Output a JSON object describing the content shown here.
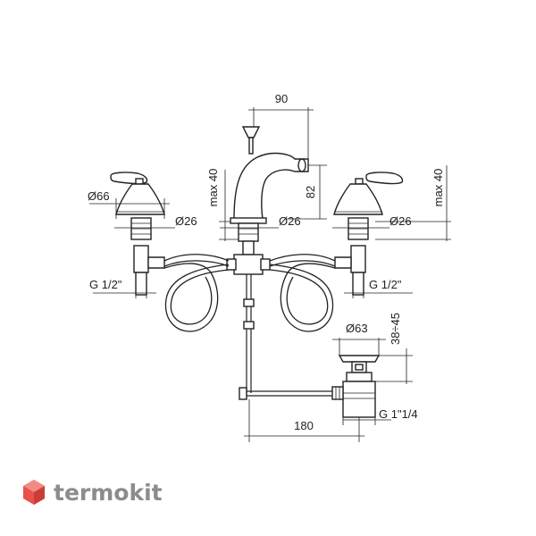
{
  "dimensions": {
    "width_90": "90",
    "height_82": "82",
    "max40_left": "max 40",
    "max40_right": "max 40",
    "dia66": "Ø66",
    "dia26_left": "Ø26",
    "dia26_center": "Ø26",
    "dia26_right": "Ø26",
    "g12_left": "G 1/2\"",
    "g12_right": "G 1/2\"",
    "dia63": "Ø63",
    "range_38_45": "38÷45",
    "g1_1_4": "G 1\"1/4",
    "len180": "180"
  },
  "logo": {
    "text": "termokit",
    "color": "#8c8c8c",
    "accent": "#e8524a"
  }
}
